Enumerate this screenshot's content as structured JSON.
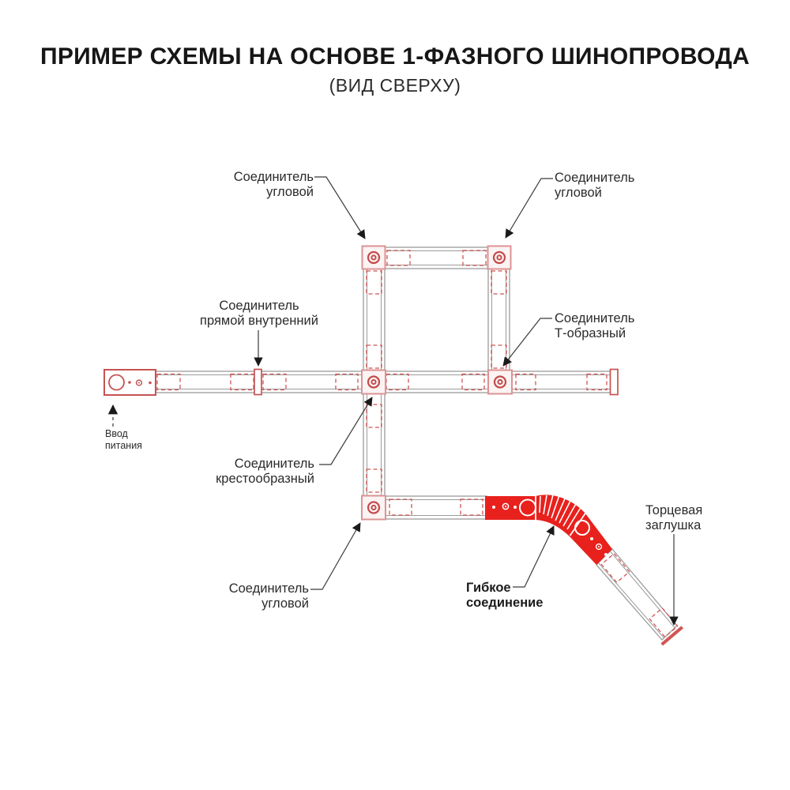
{
  "title": "ПРИМЕР СХЕМЫ НА ОСНОВЕ 1-ФАЗНОГО ШИНОПРОВОДА",
  "subtitle": "(ВИД СВЕРХУ)",
  "labels": {
    "corner_tl": {
      "line1": "Соединитель",
      "line2": "угловой"
    },
    "corner_tr": {
      "line1": "Соединитель",
      "line2": "угловой"
    },
    "straight_internal": {
      "line1": "Соединитель",
      "line2": "прямой внутренний"
    },
    "tee": {
      "line1": "Соединитель",
      "line2": "Т-образный"
    },
    "cross": {
      "line1": "Соединитель",
      "line2": "крестообразный"
    },
    "corner_bottom": {
      "line1": "Соединитель",
      "line2": "угловой"
    },
    "flexible": {
      "line1": "Гибкое",
      "line2": "соединение"
    },
    "end_cap": {
      "line1": "Торцевая",
      "line2": "заглушка"
    },
    "power_input": {
      "line1": "Ввод",
      "line2": "питания"
    }
  },
  "colors": {
    "flex_red": "#e8211d",
    "outline_red": "#c65252",
    "connector_border_pink": "#dc9393",
    "dashed_red": "#d15555",
    "track_gray": "#9b9b9b",
    "text": "#2b2b2b"
  }
}
